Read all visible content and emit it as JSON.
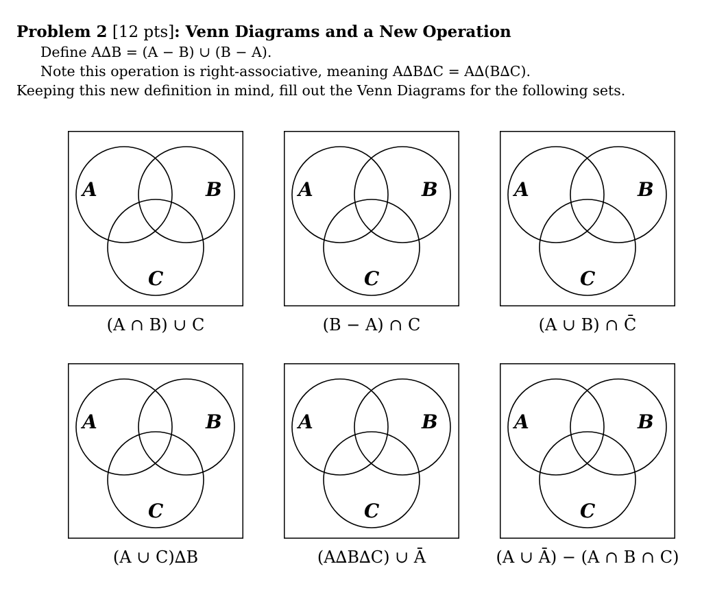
{
  "problem": {
    "title_bold": "Problem 2",
    "points": " [12 pts]",
    "title_rest": ": Venn Diagrams and a New Operation",
    "definition": "Define A∆B = (A − B) ∪ (B − A).",
    "note": "Note this operation is right-associative, meaning A∆B∆C = A∆(B∆C).",
    "instruction": "Keeping this new definition in mind, fill out the Venn Diagrams for the following sets."
  },
  "venn_labels": {
    "a": "A",
    "b": "B",
    "c": "C"
  },
  "diagrams": [
    {
      "caption": "(A ∩ B) ∪ C"
    },
    {
      "caption": "(B − A) ∩ C"
    },
    {
      "caption": "(A ∪ B) ∩ C̄"
    },
    {
      "caption": "(A ∪ C)∆B"
    },
    {
      "caption": "(A∆B∆C) ∪ Ā"
    },
    {
      "caption": "(A ∪ Ā) − (A ∩ B ∩ C)"
    }
  ]
}
